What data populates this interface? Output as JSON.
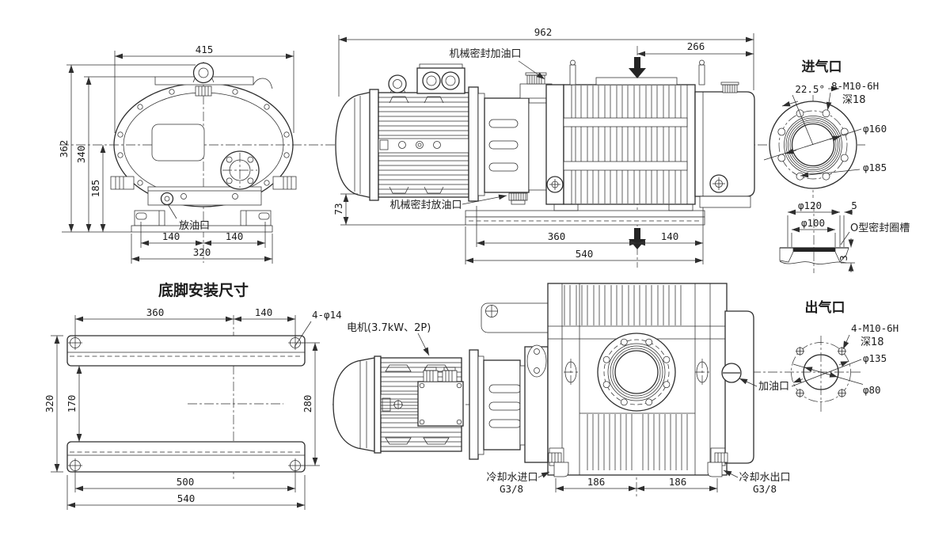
{
  "drawing": {
    "front_view": {
      "dim_width": "415",
      "dim_height_total": "362",
      "dim_height_eye": "340",
      "dim_height_axis": "185",
      "dim_foot_left": "140",
      "dim_foot_right": "140",
      "dim_foot_span": "320",
      "label_drain_port": "放油口"
    },
    "side_view": {
      "dim_length_total": "962",
      "dim_inlet_offset": "266",
      "dim_base_height": "73",
      "dim_base_left": "360",
      "dim_base_right": "140",
      "dim_base_total": "540",
      "label_seal_fill": "机械密封加油口",
      "label_seal_drain": "机械密封放油口"
    },
    "inlet_view": {
      "title": "进气口",
      "angle": "22.5°",
      "bolt_spec": "8-M10-6H",
      "bolt_depth": "深18",
      "dia_bore": "φ160",
      "dia_bolt_circle": "φ185"
    },
    "groove_section": {
      "dia_outer": "φ120",
      "dia_inner": "φ100",
      "groove_width": "5",
      "groove_depth": "3",
      "label": "O型密封圈槽"
    },
    "foot_view": {
      "title": "底脚安装尺寸",
      "dim_hole_left": "360",
      "dim_hole_right": "140",
      "hole_spec": "4-φ14",
      "dim_height_total": "320",
      "dim_gap": "170",
      "dim_hole_vertical": "280",
      "dim_hole_horizontal": "500",
      "dim_width_total": "540"
    },
    "plan_view": {
      "label_motor": "电机(3.7kW、2P)",
      "label_oil_fill": "加油口",
      "label_water_inlet": "冷却水进口",
      "label_water_inlet_size": "G3/8",
      "label_water_outlet": "冷却水出口",
      "label_water_outlet_size": "G3/8",
      "dim_water_left": "186",
      "dim_water_right": "186"
    },
    "outlet_view": {
      "title": "出气口",
      "bolt_spec": "4-M10-6H",
      "bolt_depth": "深18",
      "dia_bolt_circle": "φ135",
      "dia_bore": "φ80"
    },
    "colors": {
      "line": "#2e2e2e",
      "background": "#ffffff",
      "arrow_fill": "#242424"
    }
  }
}
